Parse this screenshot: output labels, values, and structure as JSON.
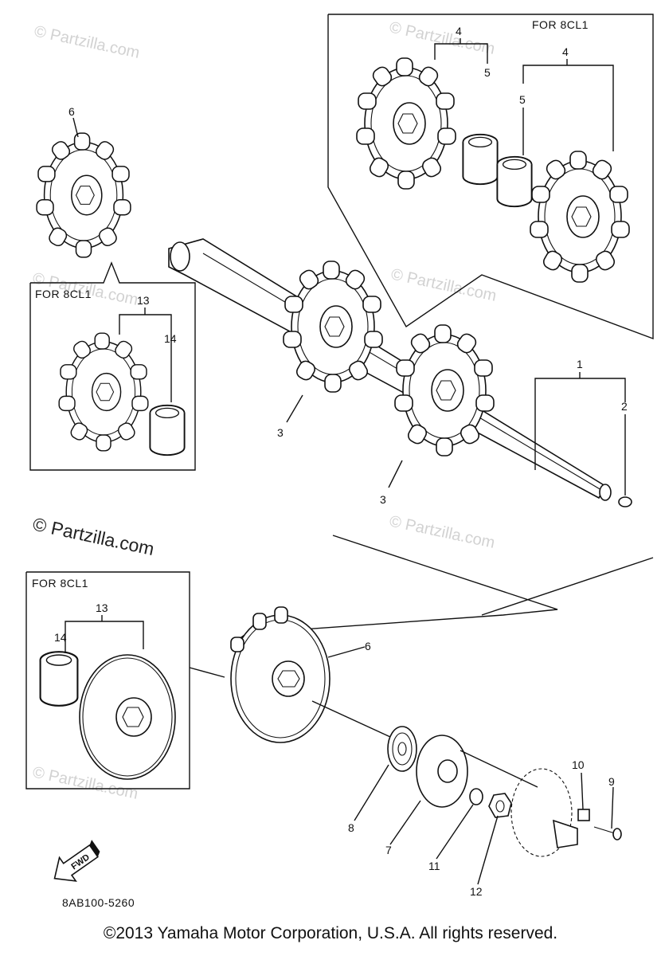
{
  "watermark": {
    "text": "© Partzilla.com",
    "prominent_text": "© Partzilla.com"
  },
  "boxes": {
    "top_right_title": "FOR 8CL1",
    "left_mid_title": "FOR 8CL1",
    "left_bottom_title": "FOR 8CL1"
  },
  "callouts": {
    "p1": "1",
    "p2": "2",
    "p3a": "3",
    "p3b": "3",
    "p4a": "4",
    "p4b": "4",
    "p5a": "5",
    "p5b": "5",
    "p6a": "6",
    "p6b": "6",
    "p7": "7",
    "p8": "8",
    "p9": "9",
    "p10": "10",
    "p11": "11",
    "p12": "12",
    "p13a": "13",
    "p13b": "13",
    "p14a": "14",
    "p14b": "14"
  },
  "fwd_label": "FWD",
  "diagram_code": "8AB100-5260",
  "copyright": "©2013  Yamaha Motor Corporation, U.S.A. All rights reserved.",
  "icons": [
    "sprocket-icon",
    "drive-shaft-icon",
    "bearing-icon",
    "fwd-arrow-icon"
  ]
}
